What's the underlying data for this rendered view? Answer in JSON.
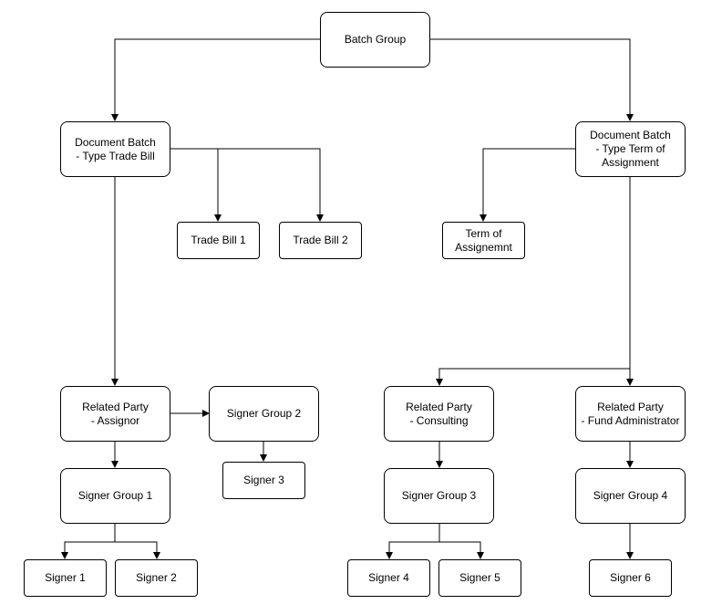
{
  "nodes": {
    "batch_group": "Batch Group",
    "doc_batch_trade_bill": "Document Batch\n- Type Trade Bill",
    "doc_batch_term": "Document Batch\n- Type Term of\nAssignment",
    "trade_bill_1": "Trade Bill 1",
    "trade_bill_2": "Trade Bill 2",
    "term_of_assignment": "Term of\nAssignemnt",
    "related_party_assignor": "Related Party\n- Assignor",
    "signer_group_2": "Signer Group 2",
    "signer_3": "Signer 3",
    "signer_group_1": "Signer Group 1",
    "signer_1": "Signer 1",
    "signer_2": "Signer 2",
    "related_party_consulting": "Related Party\n- Consulting",
    "signer_group_3": "Signer Group 3",
    "signer_4": "Signer 4",
    "signer_5": "Signer 5",
    "related_party_fund_admin": "Related Party\n- Fund Administrator",
    "signer_group_4": "Signer Group 4",
    "signer_6": "Signer 6"
  },
  "colors": {
    "stroke": "#000000",
    "fill": "#ffffff"
  }
}
